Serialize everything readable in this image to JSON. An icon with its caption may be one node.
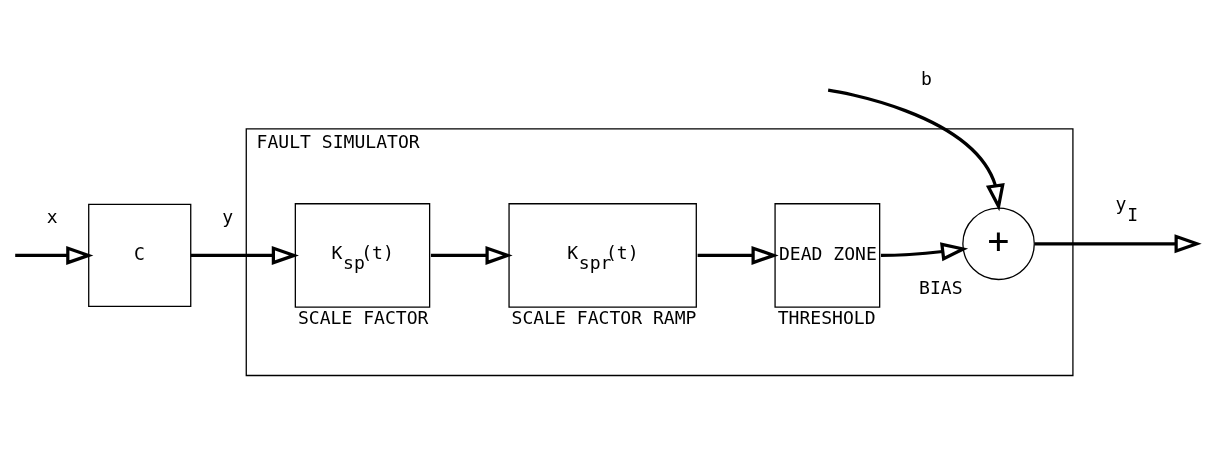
{
  "diagram": {
    "nodes": [
      {
        "text": [
          "FAULT SIMULATOR"
        ]
      },
      {
        "text": [
          "C"
        ]
      },
      {
        "text": [
          "K$_{sp}$(t)"
        ],
        "in": 0,
        "beside": [
          "SCALE FACTOR"
        ]
      },
      {
        "text": [
          "K$_{spr}$(t)"
        ],
        "in": 0,
        "beside": [
          "SCALE FACTOR RAMP"
        ]
      },
      {
        "text": [
          "DEAD ZONE"
        ],
        "in": 0,
        "beside": [
          "THRESHOLD"
        ]
      },
      {
        "text": [
          "+"
        ],
        "in": 0,
        "beside": [
          "BIAS"
        ]
      }
    ],
    "edges": [
      {
        "from": null,
        "to": 1,
        "arrow": "to",
        "label": "x"
      },
      {
        "from": 1,
        "to": 2,
        "arrow": "to",
        "label": "y"
      },
      {
        "from": 2,
        "to": 3,
        "arrow": "to"
      },
      {
        "from": 3,
        "to": 4,
        "arrow": "to"
      },
      {
        "from": 4,
        "to": 5,
        "arrow": "to"
      },
      {
        "from": null,
        "to": 5,
        "arrow": "to",
        "label": "b"
      },
      {
        "from": 5,
        "to": null,
        "arrow": "to",
        "label": "y$_{I}$"
      }
    ]
  }
}
